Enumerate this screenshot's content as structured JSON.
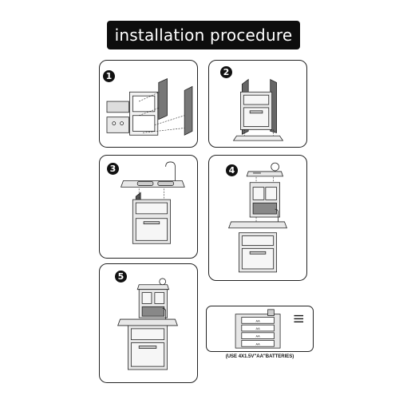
{
  "title": "installation procedure",
  "steps": [
    {
      "number": "1"
    },
    {
      "number": "2"
    },
    {
      "number": "3"
    },
    {
      "number": "4"
    },
    {
      "number": "5"
    }
  ],
  "battery": {
    "note": "(USE 4X1.5V\"AA\"BATTERIES)",
    "cell_labels": [
      "AA",
      "AA",
      "AA",
      "AA"
    ]
  },
  "colors": {
    "outline": "#222222",
    "part_fill": "#e6e6e6",
    "dark_part": "#555555",
    "title_bg": "#0d0d0d"
  }
}
